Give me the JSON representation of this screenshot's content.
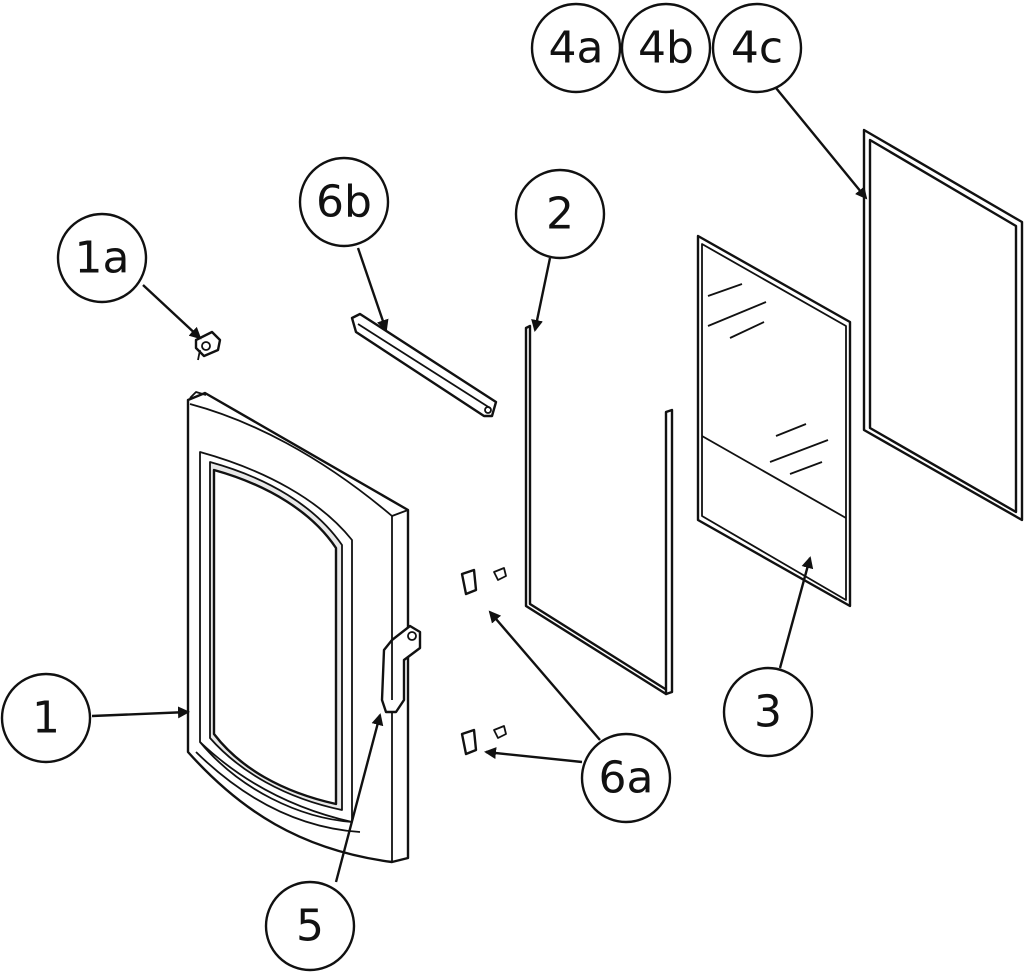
{
  "callouts": {
    "p1": "1",
    "p1a": "1a",
    "p2": "2",
    "p3": "3",
    "p4a": "4a",
    "p4b": "4b",
    "p4c": "4c",
    "p5": "5",
    "p6a": "6a",
    "p6b": "6b"
  },
  "colors": {
    "line": "#111111",
    "background": "#ffffff"
  }
}
